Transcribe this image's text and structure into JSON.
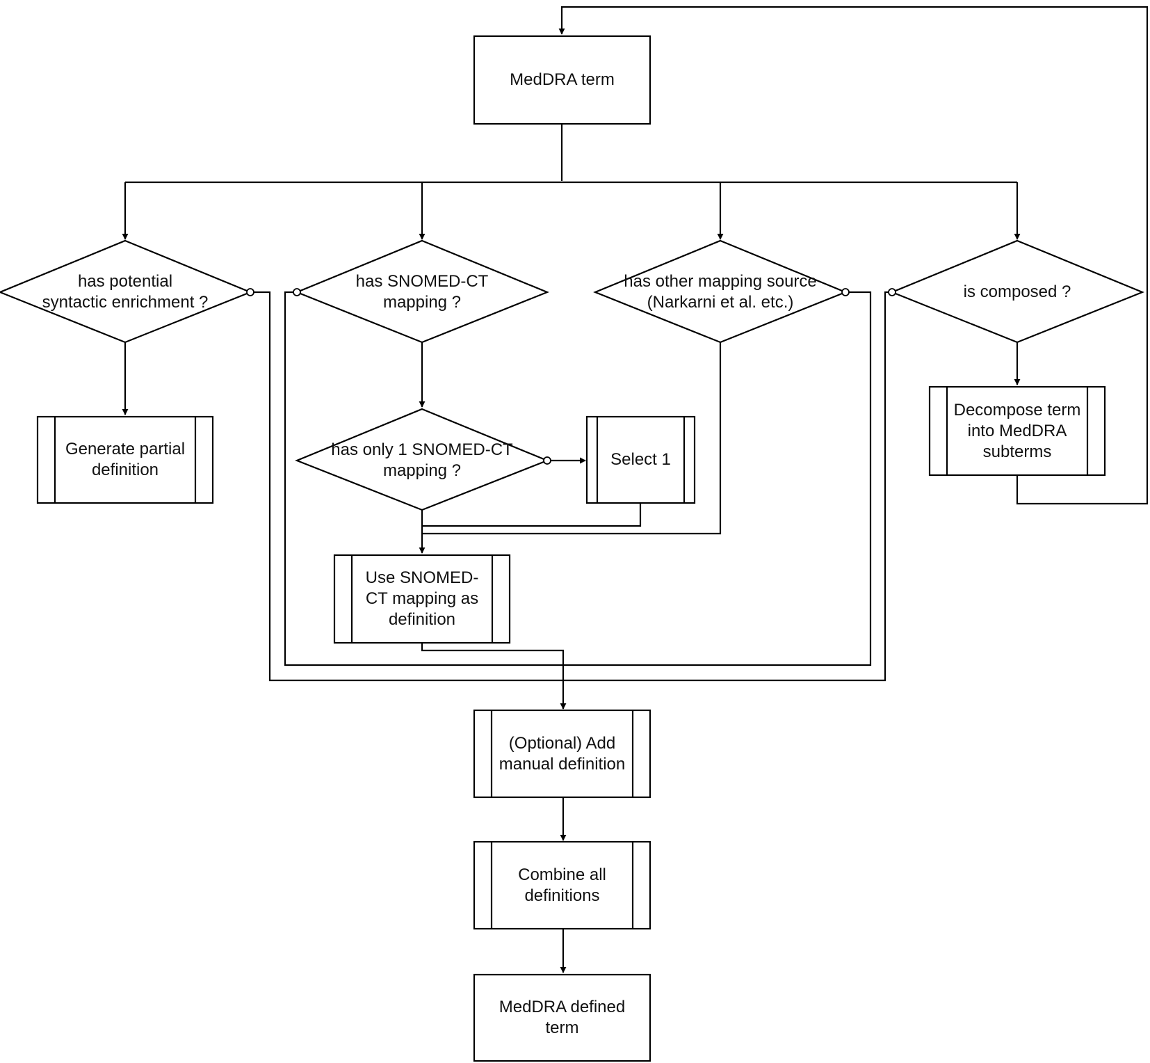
{
  "nodes": {
    "meddra_term": "MedDRA term",
    "has_potential_enrichment": "has potential\nsyntactic enrichment ?",
    "has_snomed_mapping": "has SNOMED-CT\nmapping ?",
    "has_other_mapping_source": "has other mapping source\n(Narkarni et al. etc.)",
    "is_composed": "is composed ?",
    "generate_partial_definition": "Generate partial\ndefinition",
    "has_only_1_snomed_mapping": "has only 1 SNOMED-CT\nmapping ?",
    "select_1": "Select 1",
    "decompose_term": "Decompose term\ninto MedDRA\nsubterms",
    "use_snomed_mapping": "Use SNOMED-\nCT mapping as\ndefinition",
    "optional_add_manual": "(Optional) Add\nmanual definition",
    "combine_all": "Combine all\ndefinitions",
    "meddra_defined_term": "MedDRA defined\nterm"
  },
  "colors": {
    "line": "#000000",
    "fill": "#ffffff",
    "text": "#111111"
  }
}
